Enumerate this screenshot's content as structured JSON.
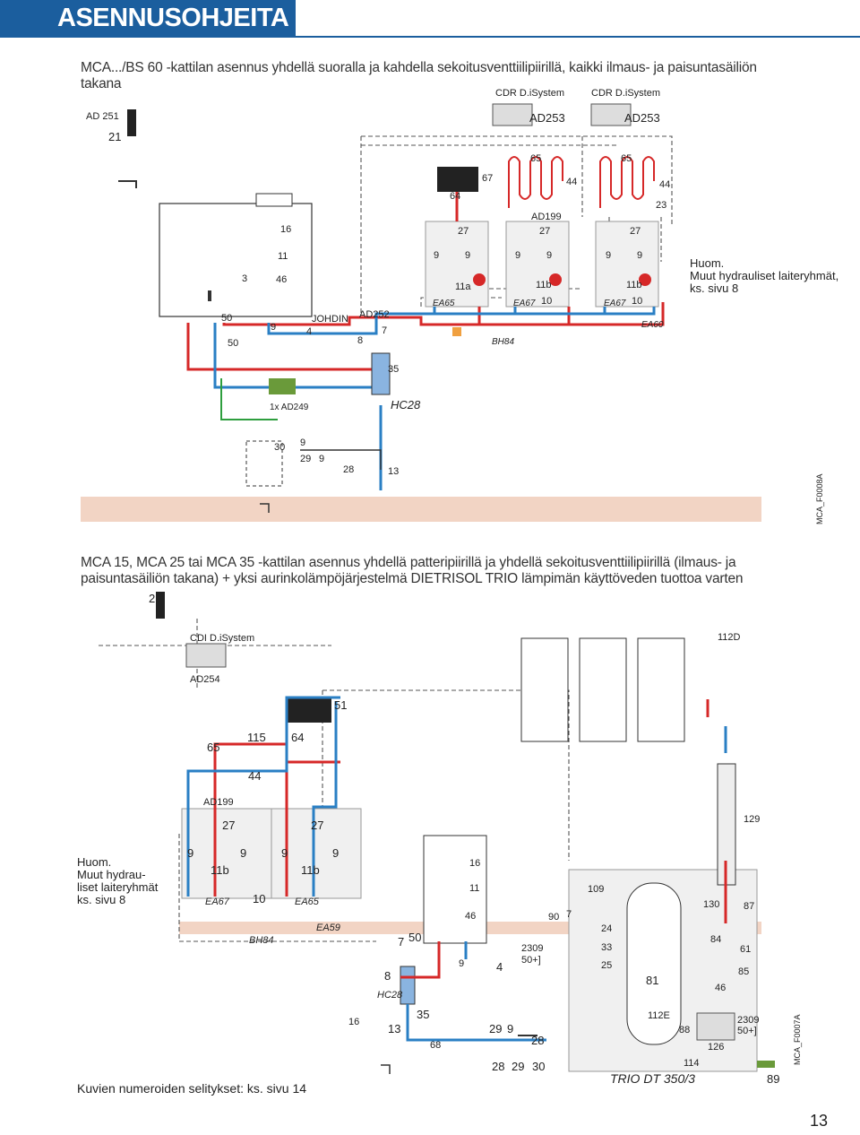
{
  "page": {
    "title": "ASENNUSOHJEITA",
    "page_number": "13",
    "footer": "Kuvien numeroiden selitykset: ks. sivu 14"
  },
  "diagram1": {
    "heading": "MCA.../BS 60 -kattilan asennus yhdellä suoralla ja kahdella sekoitusventtiilipiirillä, kaikki ilmaus- ja paisuntasäiliön takana",
    "code": "MCA_F0008A",
    "controllers": [
      "CDR D.iSystem",
      "CDR D.iSystem"
    ],
    "controller_codes": [
      "AD253",
      "AD253"
    ],
    "note": [
      "Huom.",
      "Muut hydrauliset laiteryhmät,",
      "ks. sivu 8"
    ],
    "labels": {
      "ad251": "AD 251",
      "n21": "21",
      "n65a": "65",
      "n65b": "65",
      "n67": "67",
      "n64": "64",
      "n44a": "44",
      "n44b": "44",
      "n23": "23",
      "ad199": "AD199",
      "n27a": "27",
      "n27b": "27",
      "n27c": "27",
      "n16": "16",
      "n11": "11",
      "n3": "3",
      "n46": "46",
      "n9a": "9",
      "n9b": "9",
      "n9c": "9",
      "n9d": "9",
      "n9e": "9",
      "n9f": "9",
      "n11a": "11a",
      "n11b1": "11b",
      "n11b2": "11b",
      "n10a": "10",
      "n10b": "10",
      "ea65": "EA65",
      "ea67a": "EA67",
      "ea67b": "EA67",
      "ea60": "EA60",
      "n50a": "50",
      "n50b": "50",
      "n9g": "9",
      "n4": "4",
      "johdin": "JOHDIN",
      "ad252": "AD252",
      "n8": "8",
      "n7": "7",
      "bh84": "BH84",
      "n35": "35",
      "ad249": "1x AD249",
      "hc28": "HC28",
      "n30": "30",
      "n9h": "9",
      "n29": "29",
      "n9i": "9",
      "n28": "28",
      "n13": "13"
    }
  },
  "diagram2": {
    "heading_line1": "MCA 15, MCA 25 tai MCA 35 -kattilan asennus yhdellä patteripiirillä ja yhdellä sekoitusventtiilipiirillä (ilmaus- ja",
    "heading_line2": "paisuntasäiliön takana) + yksi aurinkolämpöjärjestelmä DIETRISOL TRIO lämpimän käyttöveden tuottoa varten",
    "code": "MCA_F0007A",
    "controller": "CDI D.iSystem",
    "controller_code": "AD254",
    "note": [
      "Huom.",
      "Muut hydrau-",
      "liset laiteryhmät",
      "ks. sivu 8"
    ],
    "tank_name": "TRIO DT 350/3",
    "labels": {
      "n21": "21",
      "n112d": "112D",
      "n51": "51",
      "n65": "65",
      "n115": "115",
      "n64": "64",
      "n44": "44",
      "ad199": "AD199",
      "n27a": "27",
      "n27b": "27",
      "n129": "129",
      "n9a": "9",
      "n9b": "9",
      "n9c": "9",
      "n9d": "9",
      "n11ba": "11b",
      "n11bb": "11b",
      "ea67": "EA67",
      "n10": "10",
      "ea65": "EA65",
      "ea59": "EA59",
      "bh84": "BH84",
      "n16a": "16",
      "n11": "11",
      "n46a": "46",
      "n7a": "7",
      "n50": "50",
      "n2309a": "2309",
      "n50b": "50+]",
      "n8": "8",
      "n9e": "9",
      "n4": "4",
      "hc28": "HC28",
      "n16b": "16",
      "n13": "13",
      "n35": "35",
      "n68": "68",
      "n29": "29",
      "n9f": "9",
      "n28": "28",
      "n28b": "28",
      "n29b": "29",
      "n30": "30",
      "n90": "90",
      "n7b": "7",
      "n109": "109",
      "n24": "24",
      "n33": "33",
      "n25": "25",
      "n81": "81",
      "n112e": "112E",
      "n88": "88",
      "n114": "114",
      "n126": "126",
      "n130": "130",
      "n87": "87",
      "n84": "84",
      "n61": "61",
      "n85": "85",
      "n46b": "46",
      "n2309b": "2309",
      "n50c": "50+]",
      "n89": "89"
    }
  },
  "colors": {
    "title_bg": "#1b5e9e",
    "hot": "#d62828",
    "cold": "#2a7fc4",
    "gas": "#f2d4c4",
    "dashed": "#555555"
  }
}
